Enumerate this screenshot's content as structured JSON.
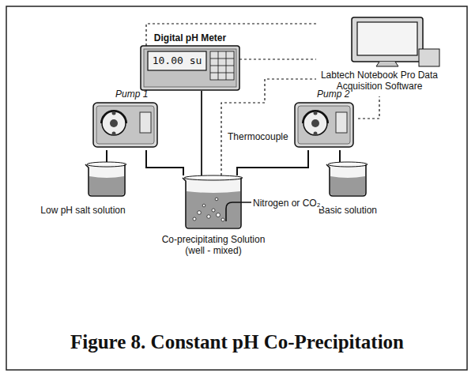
{
  "diagram": {
    "caption": "Figure 8. Constant pH Co-Precipitation",
    "nodes": [
      {
        "text": [
          "Digital pH Meter",
          "10.00 su"
        ]
      },
      {
        "text": [
          "Labtech Notebook Pro Data Acquisition Software"
        ]
      },
      {
        "text": [
          "Pump 1"
        ]
      },
      {
        "text": [
          "Pump 2"
        ]
      },
      {
        "text": [
          "Low pH salt solution"
        ]
      },
      {
        "text": [
          "Co-precipitating Solution (well - mixed)"
        ]
      },
      {
        "text": [
          "Basic solution"
        ]
      }
    ],
    "edges": [
      {
        "from": 4,
        "to": 2,
        "arrow": "none"
      },
      {
        "from": 2,
        "to": 5,
        "arrow": "none"
      },
      {
        "from": 6,
        "to": 3,
        "arrow": "none"
      },
      {
        "from": 3,
        "to": 5,
        "arrow": "none"
      },
      {
        "from": 0,
        "to": 1,
        "arrow": "none"
      },
      {
        "from": 2,
        "to": 1,
        "arrow": "none"
      },
      {
        "from": 3,
        "to": 1,
        "arrow": "none"
      },
      {
        "from": 0,
        "to": 5,
        "arrow": "none"
      },
      {
        "from": 5,
        "to": 1,
        "label": "Thermocouple",
        "arrow": "none"
      }
    ],
    "labels": [
      "Nitrogen or CO₂"
    ]
  }
}
